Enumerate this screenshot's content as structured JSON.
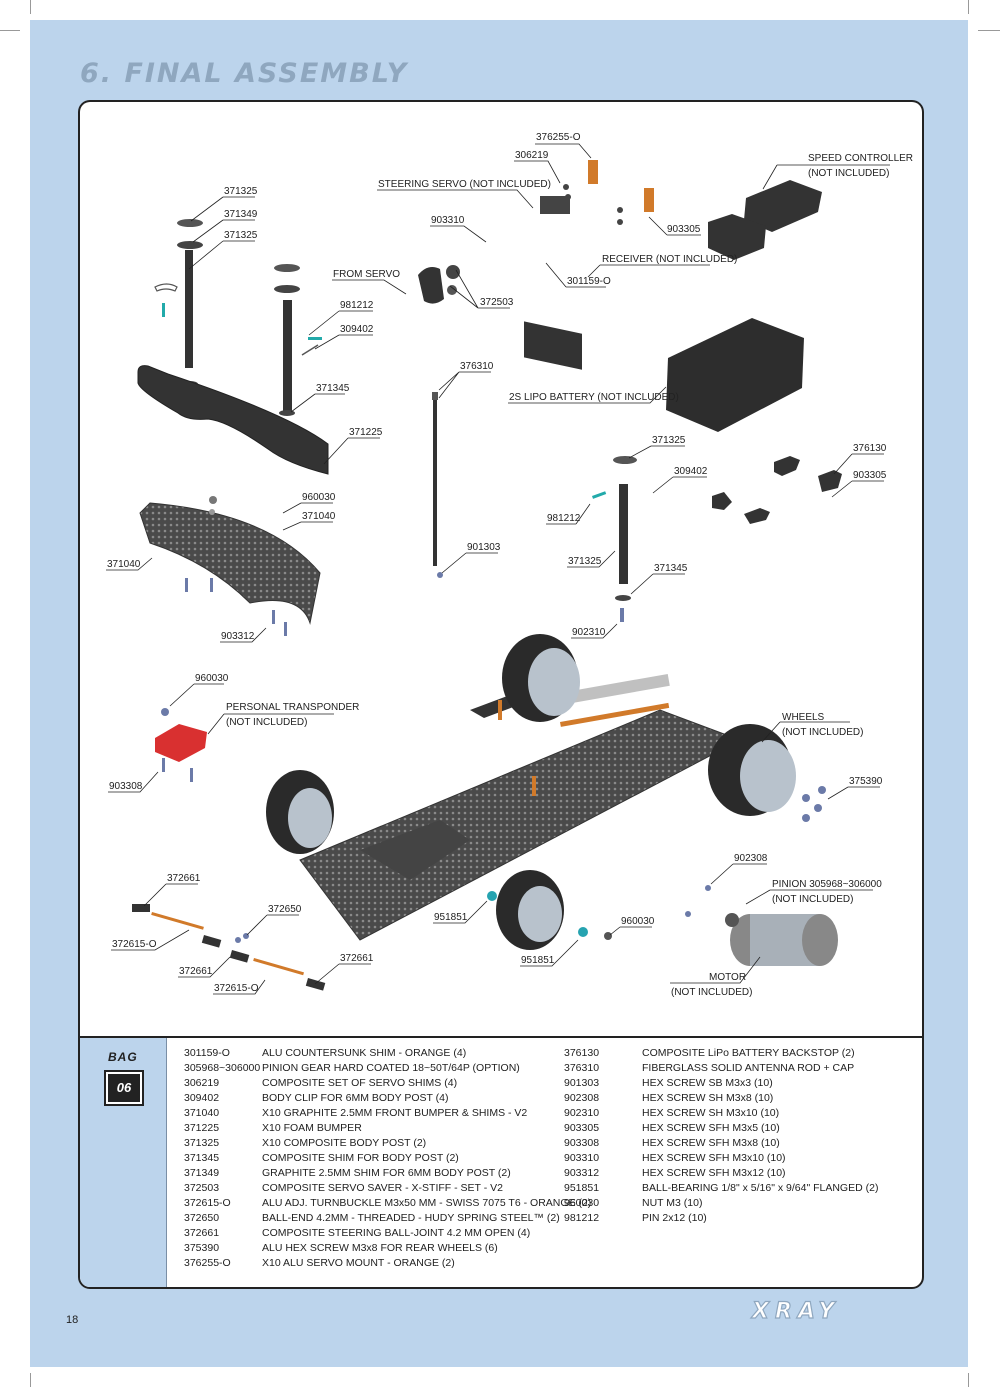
{
  "header": {
    "title": "6. FINAL ASSEMBLY"
  },
  "brand": {
    "logo_text": "XRAY"
  },
  "page_number": "18",
  "bag": {
    "label": "BAG",
    "number": "06"
  },
  "callouts": [
    {
      "text": "376255-O"
    },
    {
      "text": "306219"
    },
    {
      "text": "SPEED CONTROLLER"
    },
    {
      "text": "(NOT INCLUDED)"
    },
    {
      "text": "STEERING SERVO (NOT INCLUDED)"
    },
    {
      "text": "371325"
    },
    {
      "text": "371349"
    },
    {
      "text": "371325"
    },
    {
      "text": "903310"
    },
    {
      "text": "903305"
    },
    {
      "text": "RECEIVER (NOT INCLUDED)"
    },
    {
      "text": "FROM SERVO"
    },
    {
      "text": "301159-O"
    },
    {
      "text": "372503"
    },
    {
      "text": "981212"
    },
    {
      "text": "309402"
    },
    {
      "text": "376310"
    },
    {
      "text": "371345"
    },
    {
      "text": "2S LIPO BATTERY (NOT INCLUDED)"
    },
    {
      "text": "371225"
    },
    {
      "text": "371325"
    },
    {
      "text": "376130"
    },
    {
      "text": "309402"
    },
    {
      "text": "903305"
    },
    {
      "text": "960030"
    },
    {
      "text": "371040"
    },
    {
      "text": "981212"
    },
    {
      "text": "901303"
    },
    {
      "text": "371040"
    },
    {
      "text": "371325"
    },
    {
      "text": "371345"
    },
    {
      "text": "903312"
    },
    {
      "text": "902310"
    },
    {
      "text": "960030"
    },
    {
      "text": "PERSONAL TRANSPONDER"
    },
    {
      "text": "(NOT INCLUDED)"
    },
    {
      "text": "WHEELS"
    },
    {
      "text": "(NOT INCLUDED)"
    },
    {
      "text": "903308"
    },
    {
      "text": "375390"
    },
    {
      "text": "902308"
    },
    {
      "text": "372661"
    },
    {
      "text": "PINION 305968~306000"
    },
    {
      "text": "(NOT INCLUDED)"
    },
    {
      "text": "372650"
    },
    {
      "text": "951851"
    },
    {
      "text": "960030"
    },
    {
      "text": "372615-O"
    },
    {
      "text": "372661"
    },
    {
      "text": "372661"
    },
    {
      "text": "951851"
    },
    {
      "text": "372615-O"
    },
    {
      "text": "MOTOR"
    },
    {
      "text": "(NOT INCLUDED)"
    }
  ],
  "parts_left": [
    {
      "code": "301159-O",
      "desc": "ALU COUNTERSUNK SHIM - ORANGE (4)"
    },
    {
      "code": "305968~306000",
      "desc": "PINION GEAR HARD COATED 18~50T/64P (OPTION)"
    },
    {
      "code": "306219",
      "desc": "COMPOSITE SET OF SERVO SHIMS (4)"
    },
    {
      "code": "309402",
      "desc": "BODY CLIP FOR 6MM BODY POST (4)"
    },
    {
      "code": "371040",
      "desc": "X10 GRAPHITE 2.5MM FRONT BUMPER & SHIMS - V2"
    },
    {
      "code": "371225",
      "desc": "X10 FOAM BUMPER"
    },
    {
      "code": "371325",
      "desc": "X10 COMPOSITE BODY POST (2)"
    },
    {
      "code": "371345",
      "desc": "COMPOSITE SHIM FOR BODY POST (2)"
    },
    {
      "code": "371349",
      "desc": "GRAPHITE 2.5MM SHIM FOR 6MM BODY POST (2)"
    },
    {
      "code": "372503",
      "desc": "COMPOSITE SERVO SAVER - X-STIFF - SET - V2"
    },
    {
      "code": "372615-O",
      "desc": "ALU ADJ. TURNBUCKLE M3x50 MM - SWISS 7075 T6 - ORANGE (2)"
    },
    {
      "code": "372650",
      "desc": "BALL-END 4.2MM - THREADED - HUDY SPRING STEEL™ (2)"
    },
    {
      "code": "372661",
      "desc": "COMPOSITE STEERING BALL-JOINT 4.2 MM OPEN (4)"
    },
    {
      "code": "375390",
      "desc": "ALU HEX SCREW M3x8 FOR REAR WHEELS (6)"
    },
    {
      "code": "376255-O",
      "desc": "X10 ALU SERVO MOUNT - ORANGE (2)"
    }
  ],
  "parts_right": [
    {
      "code": "376130",
      "desc": "COMPOSITE LiPo BATTERY BACKSTOP (2)"
    },
    {
      "code": "376310",
      "desc": "FIBERGLASS SOLID ANTENNA ROD + CAP"
    },
    {
      "code": "",
      "desc": ""
    },
    {
      "code": "901303",
      "desc": "HEX SCREW SB M3x3 (10)"
    },
    {
      "code": "902308",
      "desc": "HEX SCREW SH M3x8 (10)"
    },
    {
      "code": "902310",
      "desc": "HEX SCREW SH M3x10 (10)"
    },
    {
      "code": "903305",
      "desc": "HEX SCREW SFH M3x5 (10)"
    },
    {
      "code": "903308",
      "desc": "HEX SCREW SFH M3x8 (10)"
    },
    {
      "code": "903310",
      "desc": "HEX SCREW SFH M3x10 (10)"
    },
    {
      "code": "903312",
      "desc": "HEX SCREW SFH M3x12 (10)"
    },
    {
      "code": "951851",
      "desc": "BALL-BEARING 1/8\" x 5/16\" x 9/64\" FLANGED (2)"
    },
    {
      "code": "960030",
      "desc": "NUT M3 (10)"
    },
    {
      "code": "981212",
      "desc": "PIN 2x12 (10)"
    }
  ]
}
